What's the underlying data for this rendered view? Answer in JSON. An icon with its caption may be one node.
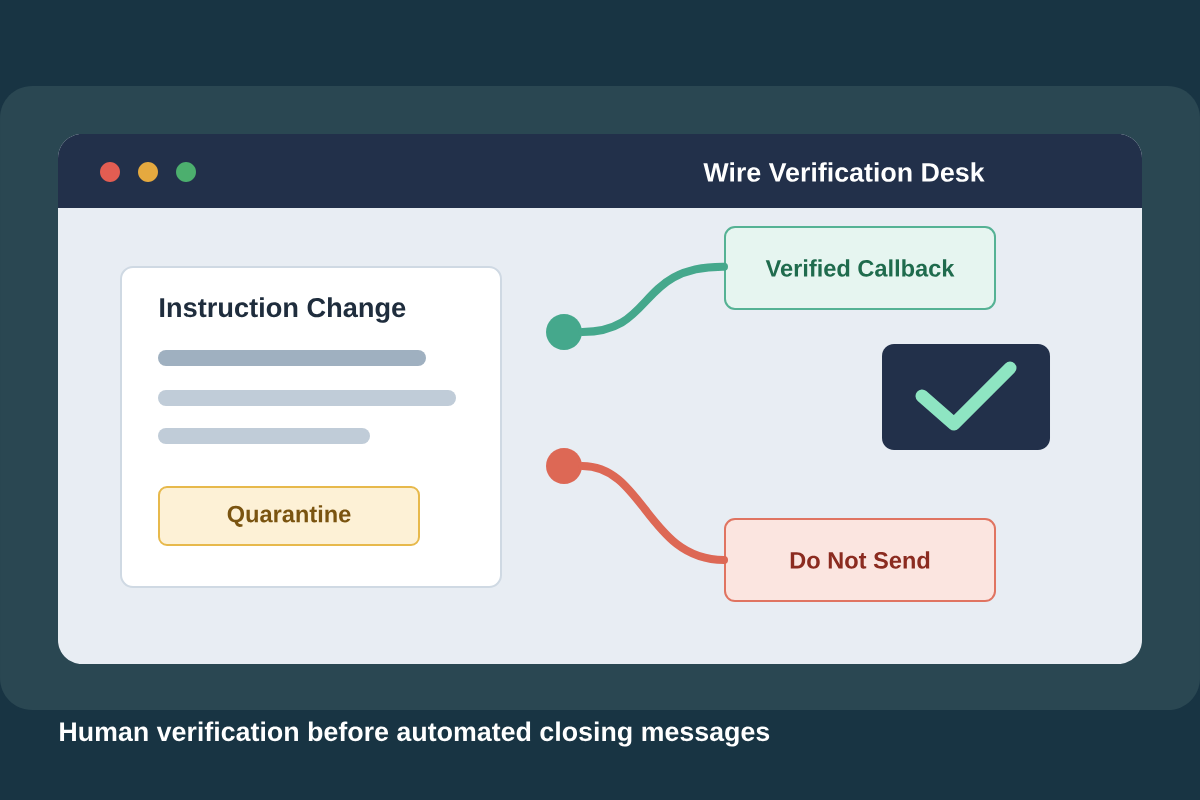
{
  "diagram": {
    "title": "Wire Verification Desk",
    "caption": "Human verification before automated closing messages",
    "nodes": [
      {
        "text": [
          "Instruction Change"
        ]
      },
      {
        "text": [
          "Quarantine"
        ],
        "in": 0
      },
      {
        "text": [],
        "shape": "circle"
      },
      {
        "text": [
          "Verified Callback"
        ]
      },
      {
        "text": [],
        "shape": "circle"
      },
      {
        "text": [
          "Do Not Send"
        ]
      }
    ],
    "edges": [
      {
        "from": 2,
        "to": 3,
        "arrow": "none",
        "color": "#45a88c"
      },
      {
        "from": 4,
        "to": 5,
        "arrow": "none",
        "color": "#dd6855"
      }
    ]
  }
}
